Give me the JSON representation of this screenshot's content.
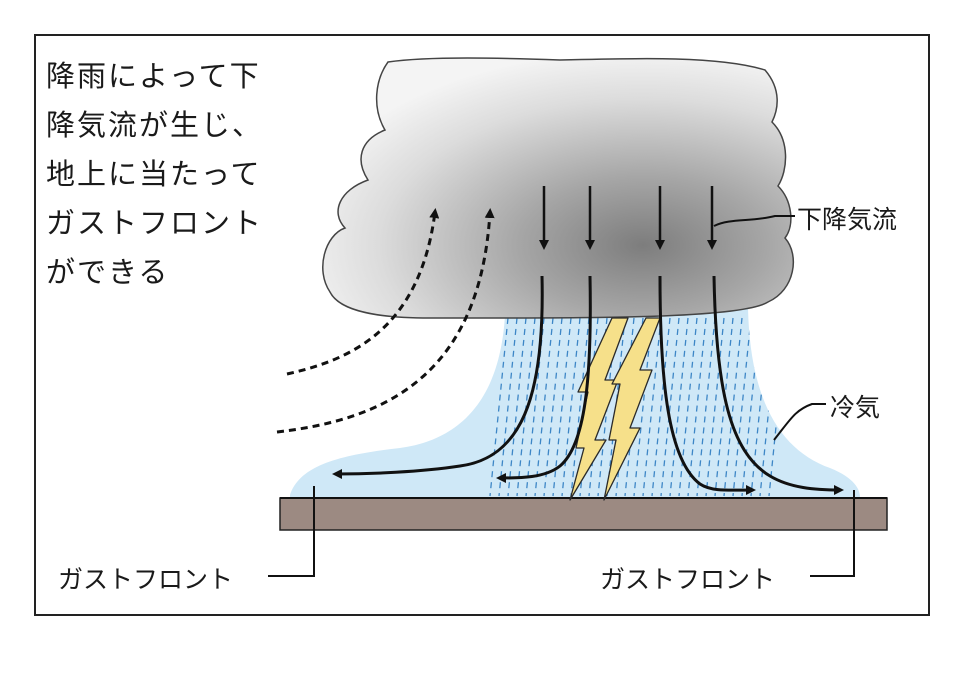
{
  "caption": {
    "lines": [
      "降雨によって下",
      "降気流が生じ、",
      "地上に当たって",
      "ガストフロント",
      "ができる"
    ]
  },
  "labels": {
    "downdraft": "下降気流",
    "cold_air": "冷気",
    "gust_front_left": "ガストフロント",
    "gust_front_right": "ガストフロント"
  },
  "colors": {
    "cold_air": "#cfe8f7",
    "rain": "#3d86c6",
    "ground": "#9c8a82",
    "lightning": "#f6e08a",
    "cloud_dark": "#8a8a8a",
    "cloud_light": "#f2f2f2"
  }
}
